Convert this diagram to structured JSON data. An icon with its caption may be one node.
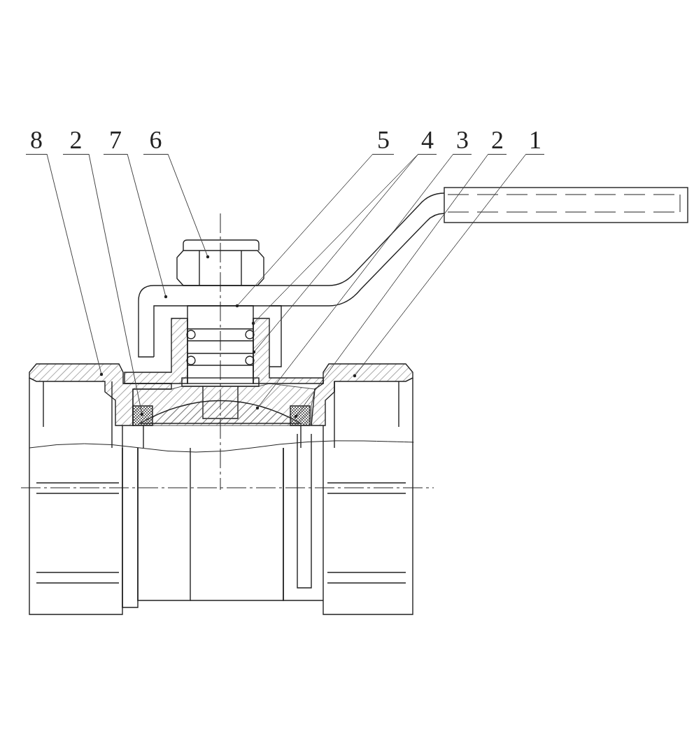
{
  "diagram": {
    "nodes": [
      {
        "text": [
          "8"
        ]
      },
      {
        "text": [
          "2"
        ]
      },
      {
        "text": [
          "7"
        ]
      },
      {
        "text": [
          "6"
        ]
      },
      {
        "text": [
          "5"
        ]
      },
      {
        "text": [
          "4"
        ]
      },
      {
        "text": [
          "3"
        ]
      },
      {
        "text": [
          "2"
        ]
      },
      {
        "text": [
          "1"
        ]
      }
    ],
    "edges": [
      {
        "from": 0,
        "to": null,
        "arrow": "other"
      },
      {
        "from": 1,
        "to": null,
        "arrow": "other"
      },
      {
        "from": 2,
        "to": null,
        "arrow": "other"
      },
      {
        "from": 3,
        "to": null,
        "arrow": "other"
      },
      {
        "from": 4,
        "to": null,
        "arrow": "other"
      },
      {
        "from": 5,
        "to": null,
        "arrow": "other"
      },
      {
        "from": 5,
        "to": null,
        "arrow": "other"
      },
      {
        "from": 6,
        "to": null,
        "arrow": "other"
      },
      {
        "from": 7,
        "to": null,
        "arrow": "other"
      },
      {
        "from": 8,
        "to": null,
        "arrow": "other"
      }
    ]
  }
}
